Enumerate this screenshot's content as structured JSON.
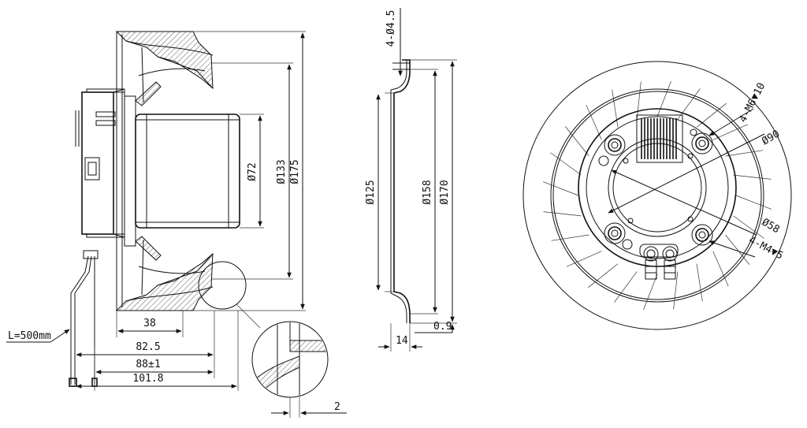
{
  "side_view": {
    "dim_38": "38",
    "dim_82_5": "82.5",
    "dim_88": "88±1",
    "dim_101_8": "101.8",
    "dim_d72": "Ø72",
    "dim_d133": "Ø133",
    "dim_d175": "Ø175",
    "cable_length": "L=500mm"
  },
  "detail": {
    "dim_2": "2"
  },
  "section_view": {
    "dim_holes": "4-Ø4.5",
    "dim_d125": "Ø125",
    "dim_d158": "Ø158",
    "dim_d170": "Ø170",
    "dim_14": "14",
    "dim_0_9": "0.9"
  },
  "front_view": {
    "thread_m6": "4-M6▼10",
    "dim_d90": "Ø90",
    "dim_d58": "Ø58",
    "thread_m4": "4-M4▼5"
  },
  "vane_count": 24
}
